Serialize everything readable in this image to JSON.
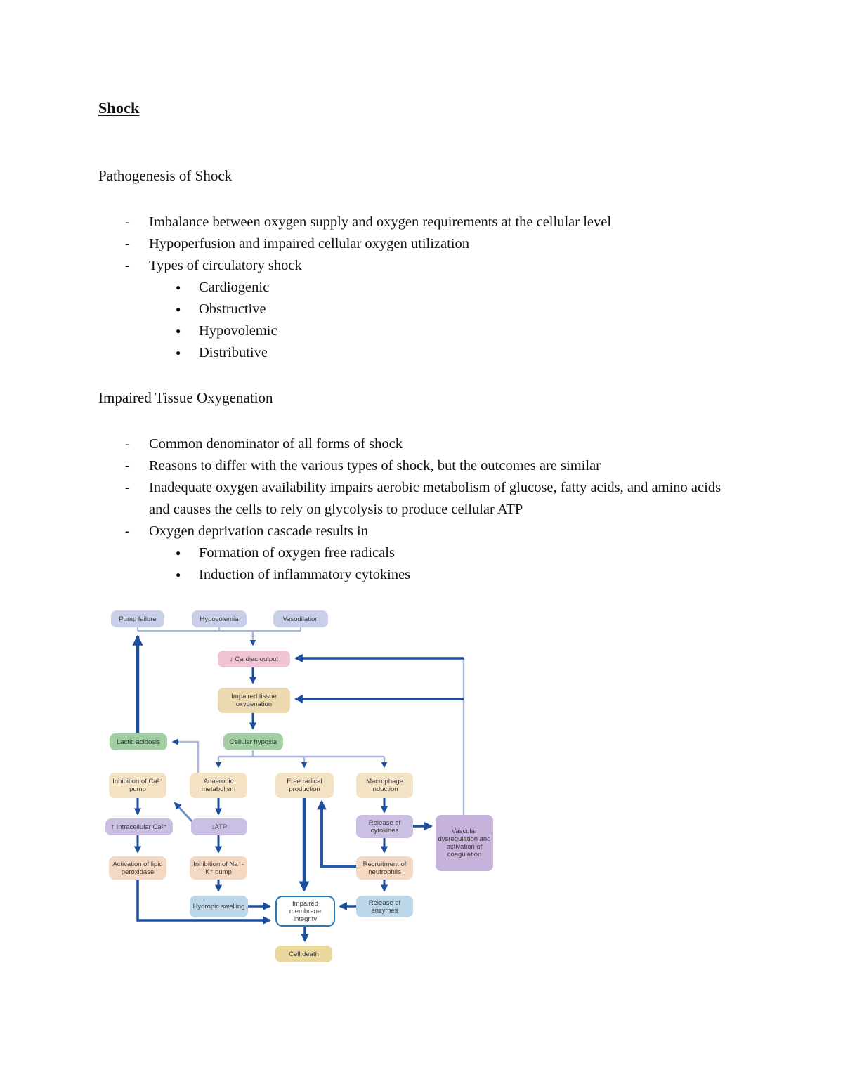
{
  "document": {
    "title": "Shock",
    "sections": [
      {
        "heading": "Pathogenesis of Shock",
        "bullets": [
          {
            "text": "Imbalance between oxygen supply and oxygen requirements at the cellular level"
          },
          {
            "text": "Hypoperfusion and impaired cellular oxygen utilization"
          },
          {
            "text": "Types of circulatory shock",
            "sub": [
              "Cardiogenic",
              "Obstructive",
              "Hypovolemic",
              "Distributive"
            ]
          }
        ]
      },
      {
        "heading": "Impaired Tissue Oxygenation",
        "bullets": [
          {
            "text": "Common denominator of all forms of shock"
          },
          {
            "text": "Reasons to differ with the various types of shock, but the outcomes are similar"
          },
          {
            "text": "Inadequate oxygen availability impairs aerobic metabolism of glucose, fatty acids, and amino acids and causes the cells to rely on glycolysis to produce cellular ATP"
          },
          {
            "text": "Oxygen deprivation cascade results in",
            "sub": [
              "Formation of oxygen free radicals",
              "Induction of inflammatory cytokines"
            ]
          }
        ]
      }
    ]
  },
  "diagram": {
    "nodes": {
      "pump_failure": {
        "label": "Pump failure"
      },
      "hypovolemia": {
        "label": "Hypovolemia"
      },
      "vasodilation": {
        "label": "Vasodilation"
      },
      "cardiac_output": {
        "label": "↓ Cardiac output"
      },
      "impaired_tissue": {
        "label": "Impaired tissue oxygenation"
      },
      "cellular_hypoxia": {
        "label": "Cellular hypoxia"
      },
      "lactic_acidosis": {
        "label": "Lactic acidosis"
      },
      "inhibition_ca": {
        "label": "Inhibition of Ca²⁺ pump"
      },
      "anaerobic": {
        "label": "Anaerobic metabolism"
      },
      "free_radical": {
        "label": "Free radical production"
      },
      "macrophage": {
        "label": "Macrophage induction"
      },
      "intracellular_ca": {
        "label": "↑ Intracellular Ca²⁺"
      },
      "atp": {
        "label": "↓ATP"
      },
      "cytokines": {
        "label": "Release of cytokines"
      },
      "vascular": {
        "label": "Vascular dysregulation and activation of coagulation"
      },
      "lipid": {
        "label": "Activation of lipid peroxidase"
      },
      "nak": {
        "label": "Inhibition of Na⁺-K⁺ pump"
      },
      "neutrophils": {
        "label": "Recruitment of neutrophils"
      },
      "hydropic": {
        "label": "Hydropic swelling"
      },
      "membrane": {
        "label": "Impaired membrane integrity"
      },
      "enzymes": {
        "label": "Release of enzymes"
      },
      "cell_death": {
        "label": "Cell death"
      }
    },
    "edges": [
      [
        "pump_failure",
        "cardiac_output"
      ],
      [
        "hypovolemia",
        "cardiac_output"
      ],
      [
        "vasodilation",
        "cardiac_output"
      ],
      [
        "cardiac_output",
        "impaired_tissue"
      ],
      [
        "impaired_tissue",
        "cellular_hypoxia"
      ],
      [
        "cellular_hypoxia",
        "anaerobic"
      ],
      [
        "cellular_hypoxia",
        "free_radical"
      ],
      [
        "cellular_hypoxia",
        "macrophage"
      ],
      [
        "anaerobic",
        "lactic_acidosis"
      ],
      [
        "lactic_acidosis",
        "pump_failure"
      ],
      [
        "anaerobic",
        "atp"
      ],
      [
        "atp",
        "inhibition_ca"
      ],
      [
        "inhibition_ca",
        "intracellular_ca"
      ],
      [
        "intracellular_ca",
        "lipid"
      ],
      [
        "lipid",
        "membrane"
      ],
      [
        "atp",
        "nak"
      ],
      [
        "nak",
        "hydropic"
      ],
      [
        "hydropic",
        "membrane"
      ],
      [
        "free_radical",
        "membrane"
      ],
      [
        "macrophage",
        "cytokines"
      ],
      [
        "cytokines",
        "neutrophils"
      ],
      [
        "cytokines",
        "vascular"
      ],
      [
        "vascular",
        "cardiac_output"
      ],
      [
        "vascular",
        "impaired_tissue"
      ],
      [
        "neutrophils",
        "free_radical"
      ],
      [
        "neutrophils",
        "enzymes"
      ],
      [
        "enzymes",
        "membrane"
      ],
      [
        "membrane",
        "cell_death"
      ]
    ],
    "colors": {
      "arrow_dark": "#1d4f9f",
      "connector_light": "#a9b8da",
      "box_periwinkle": "#c9cfe9",
      "box_pink": "#efc3d4",
      "box_tan": "#edd9b0",
      "box_green": "#a3cda3",
      "box_wheat": "#f4e2c4",
      "box_purple": "#ccbfe4",
      "box_purple_dark": "#c6b2db",
      "box_peach": "#f5d8c2",
      "box_blue": "#bcd6ea",
      "box_khaki": "#e9d79c",
      "membrane_border": "#2878b8"
    }
  }
}
